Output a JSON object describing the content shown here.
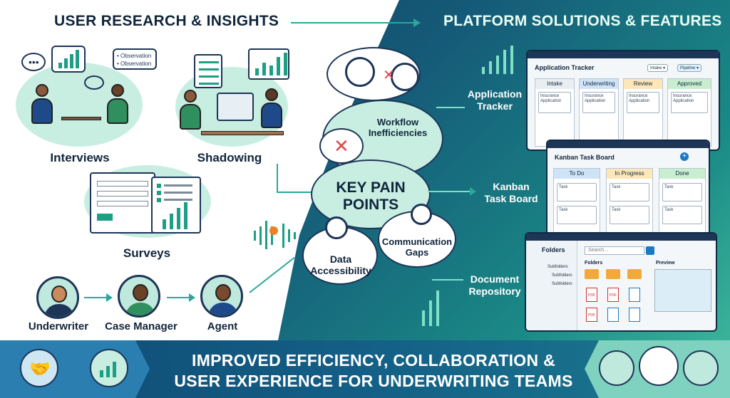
{
  "headers": {
    "left": "USER RESEARCH & INSIGHTS",
    "right": "PLATFORM SOLUTIONS & FEATURES"
  },
  "research": {
    "interviews": "Interviews",
    "shadowing": "Shadowing",
    "surveys": "Surveys",
    "observation_1": "• Observation",
    "observation_2": "• Observation"
  },
  "roles": [
    "Underwriter",
    "Case Manager",
    "Agent"
  ],
  "pain_points": {
    "center": [
      "KEY PAIN",
      "POINTS"
    ],
    "workflow": [
      "Workflow",
      "Inefficiencies"
    ],
    "data": [
      "Data",
      "Accessibility"
    ],
    "communication": [
      "Communication",
      "Gaps"
    ]
  },
  "features": {
    "tracker": {
      "label": [
        "Application",
        "Tracker"
      ],
      "title": "Application Tracker",
      "filter_1": "Intake ▾",
      "filter_2": "Pipeline ▾",
      "columns": [
        "Intake",
        "Underwriting",
        "Review",
        "Approved"
      ],
      "card_text": [
        "Insurance",
        "Application"
      ]
    },
    "kanban": {
      "label": [
        "Kanban",
        "Task Board"
      ],
      "title": "Kanban Task Board",
      "columns": [
        "To Do",
        "In Progress",
        "Done"
      ],
      "card_text": "Task"
    },
    "repository": {
      "label": [
        "Document",
        "Repository"
      ],
      "title": "Folders",
      "search": "Search...",
      "subfolders": [
        "Subfolders",
        "Subfolders",
        "Subfolders"
      ],
      "folders_heading": "Folders",
      "preview_heading": "Preview",
      "pdf": "PDF"
    }
  },
  "footer": {
    "line1": "IMPROVED EFFICIENCY, COLLABORATION &",
    "line2": "USER EXPERIENCE FOR UNDERWRITING TEAMS"
  },
  "colors": {
    "mint": "#c8eee2",
    "teal": "#1f9e86",
    "navy": "#1d3557",
    "arrow": "#2aa89a",
    "footer": "#145f86"
  }
}
